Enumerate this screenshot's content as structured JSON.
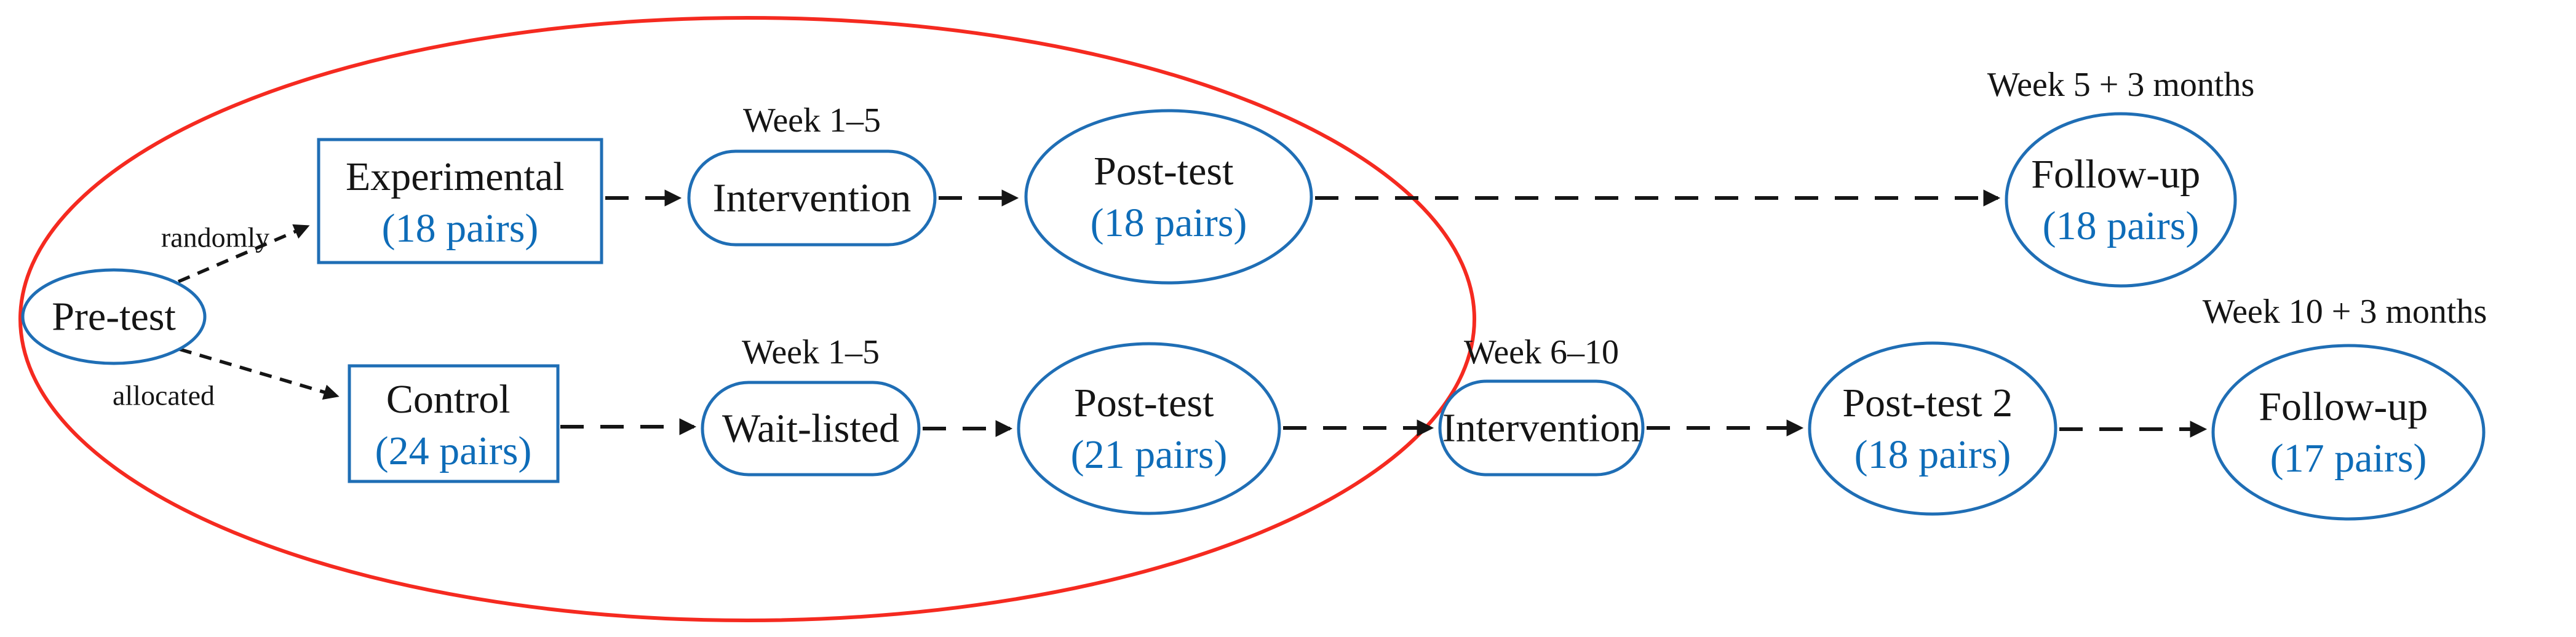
{
  "diagram_type": "study-design-flowchart",
  "colors": {
    "node_border_blue": "#1f6eb5",
    "pairs_text_blue": "#0e6cb8",
    "main_text_black": "#151515",
    "arrow_black": "#151515",
    "highlight_ellipse_red": "#f52a20",
    "background": "#ffffff"
  },
  "nodes": {
    "pretest": {
      "label": "Pre-test"
    },
    "experimental": {
      "label": "Experimental",
      "count": "(18 pairs)"
    },
    "control": {
      "label": "Control",
      "count": "(24 pairs)"
    },
    "intervention_1": {
      "label": "Intervention",
      "timing": "Week 1–5"
    },
    "wait_listed": {
      "label": "Wait-listed",
      "timing": "Week 1–5"
    },
    "post_test_experimental": {
      "label": "Post-test",
      "count": "(18 pairs)"
    },
    "post_test_control": {
      "label": "Post-test",
      "count": "(21 pairs)"
    },
    "intervention_2": {
      "label": "Intervention",
      "timing": "Week 6–10"
    },
    "post_test_2": {
      "label": "Post-test 2",
      "count": "(18 pairs)"
    },
    "follow_up_experimental": {
      "label": "Follow-up",
      "count": "(18 pairs)",
      "timing": "Week 5 + 3 months"
    },
    "follow_up_control": {
      "label": "Follow-up",
      "count": "(17 pairs)",
      "timing": "Week 10 + 3 months"
    }
  },
  "edge_labels": {
    "randomly": "randomly",
    "allocated": "allocated"
  },
  "edges": [
    {
      "from": "pretest",
      "to": "experimental",
      "label": "randomly"
    },
    {
      "from": "pretest",
      "to": "control",
      "label": "allocated"
    },
    {
      "from": "experimental",
      "to": "intervention_1"
    },
    {
      "from": "intervention_1",
      "to": "post_test_experimental"
    },
    {
      "from": "post_test_experimental",
      "to": "follow_up_experimental"
    },
    {
      "from": "control",
      "to": "wait_listed"
    },
    {
      "from": "wait_listed",
      "to": "post_test_control"
    },
    {
      "from": "post_test_control",
      "to": "intervention_2"
    },
    {
      "from": "intervention_2",
      "to": "post_test_2"
    },
    {
      "from": "post_test_2",
      "to": "follow_up_control"
    }
  ],
  "annotation": {
    "red_ellipse_meaning": "encloses pre-test, group allocation, week 1-5 phase and first post-tests"
  }
}
